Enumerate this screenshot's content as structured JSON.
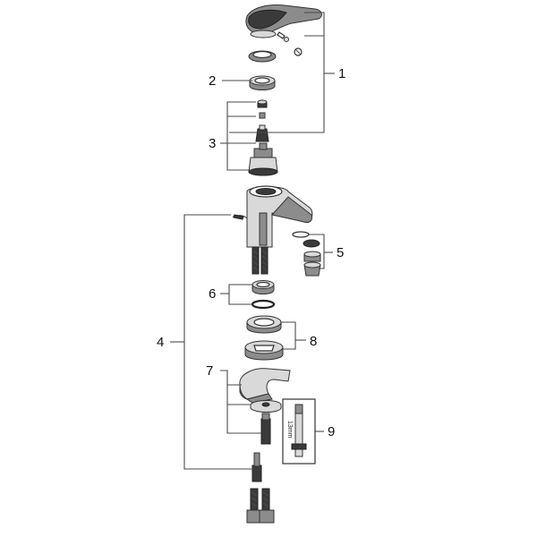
{
  "callouts": {
    "c1": "1",
    "c2": "2",
    "c3": "3",
    "c4": "4",
    "c5": "5",
    "c6": "6",
    "c7": "7",
    "c8": "8",
    "c9": "9"
  },
  "tool_label": "13mm"
}
